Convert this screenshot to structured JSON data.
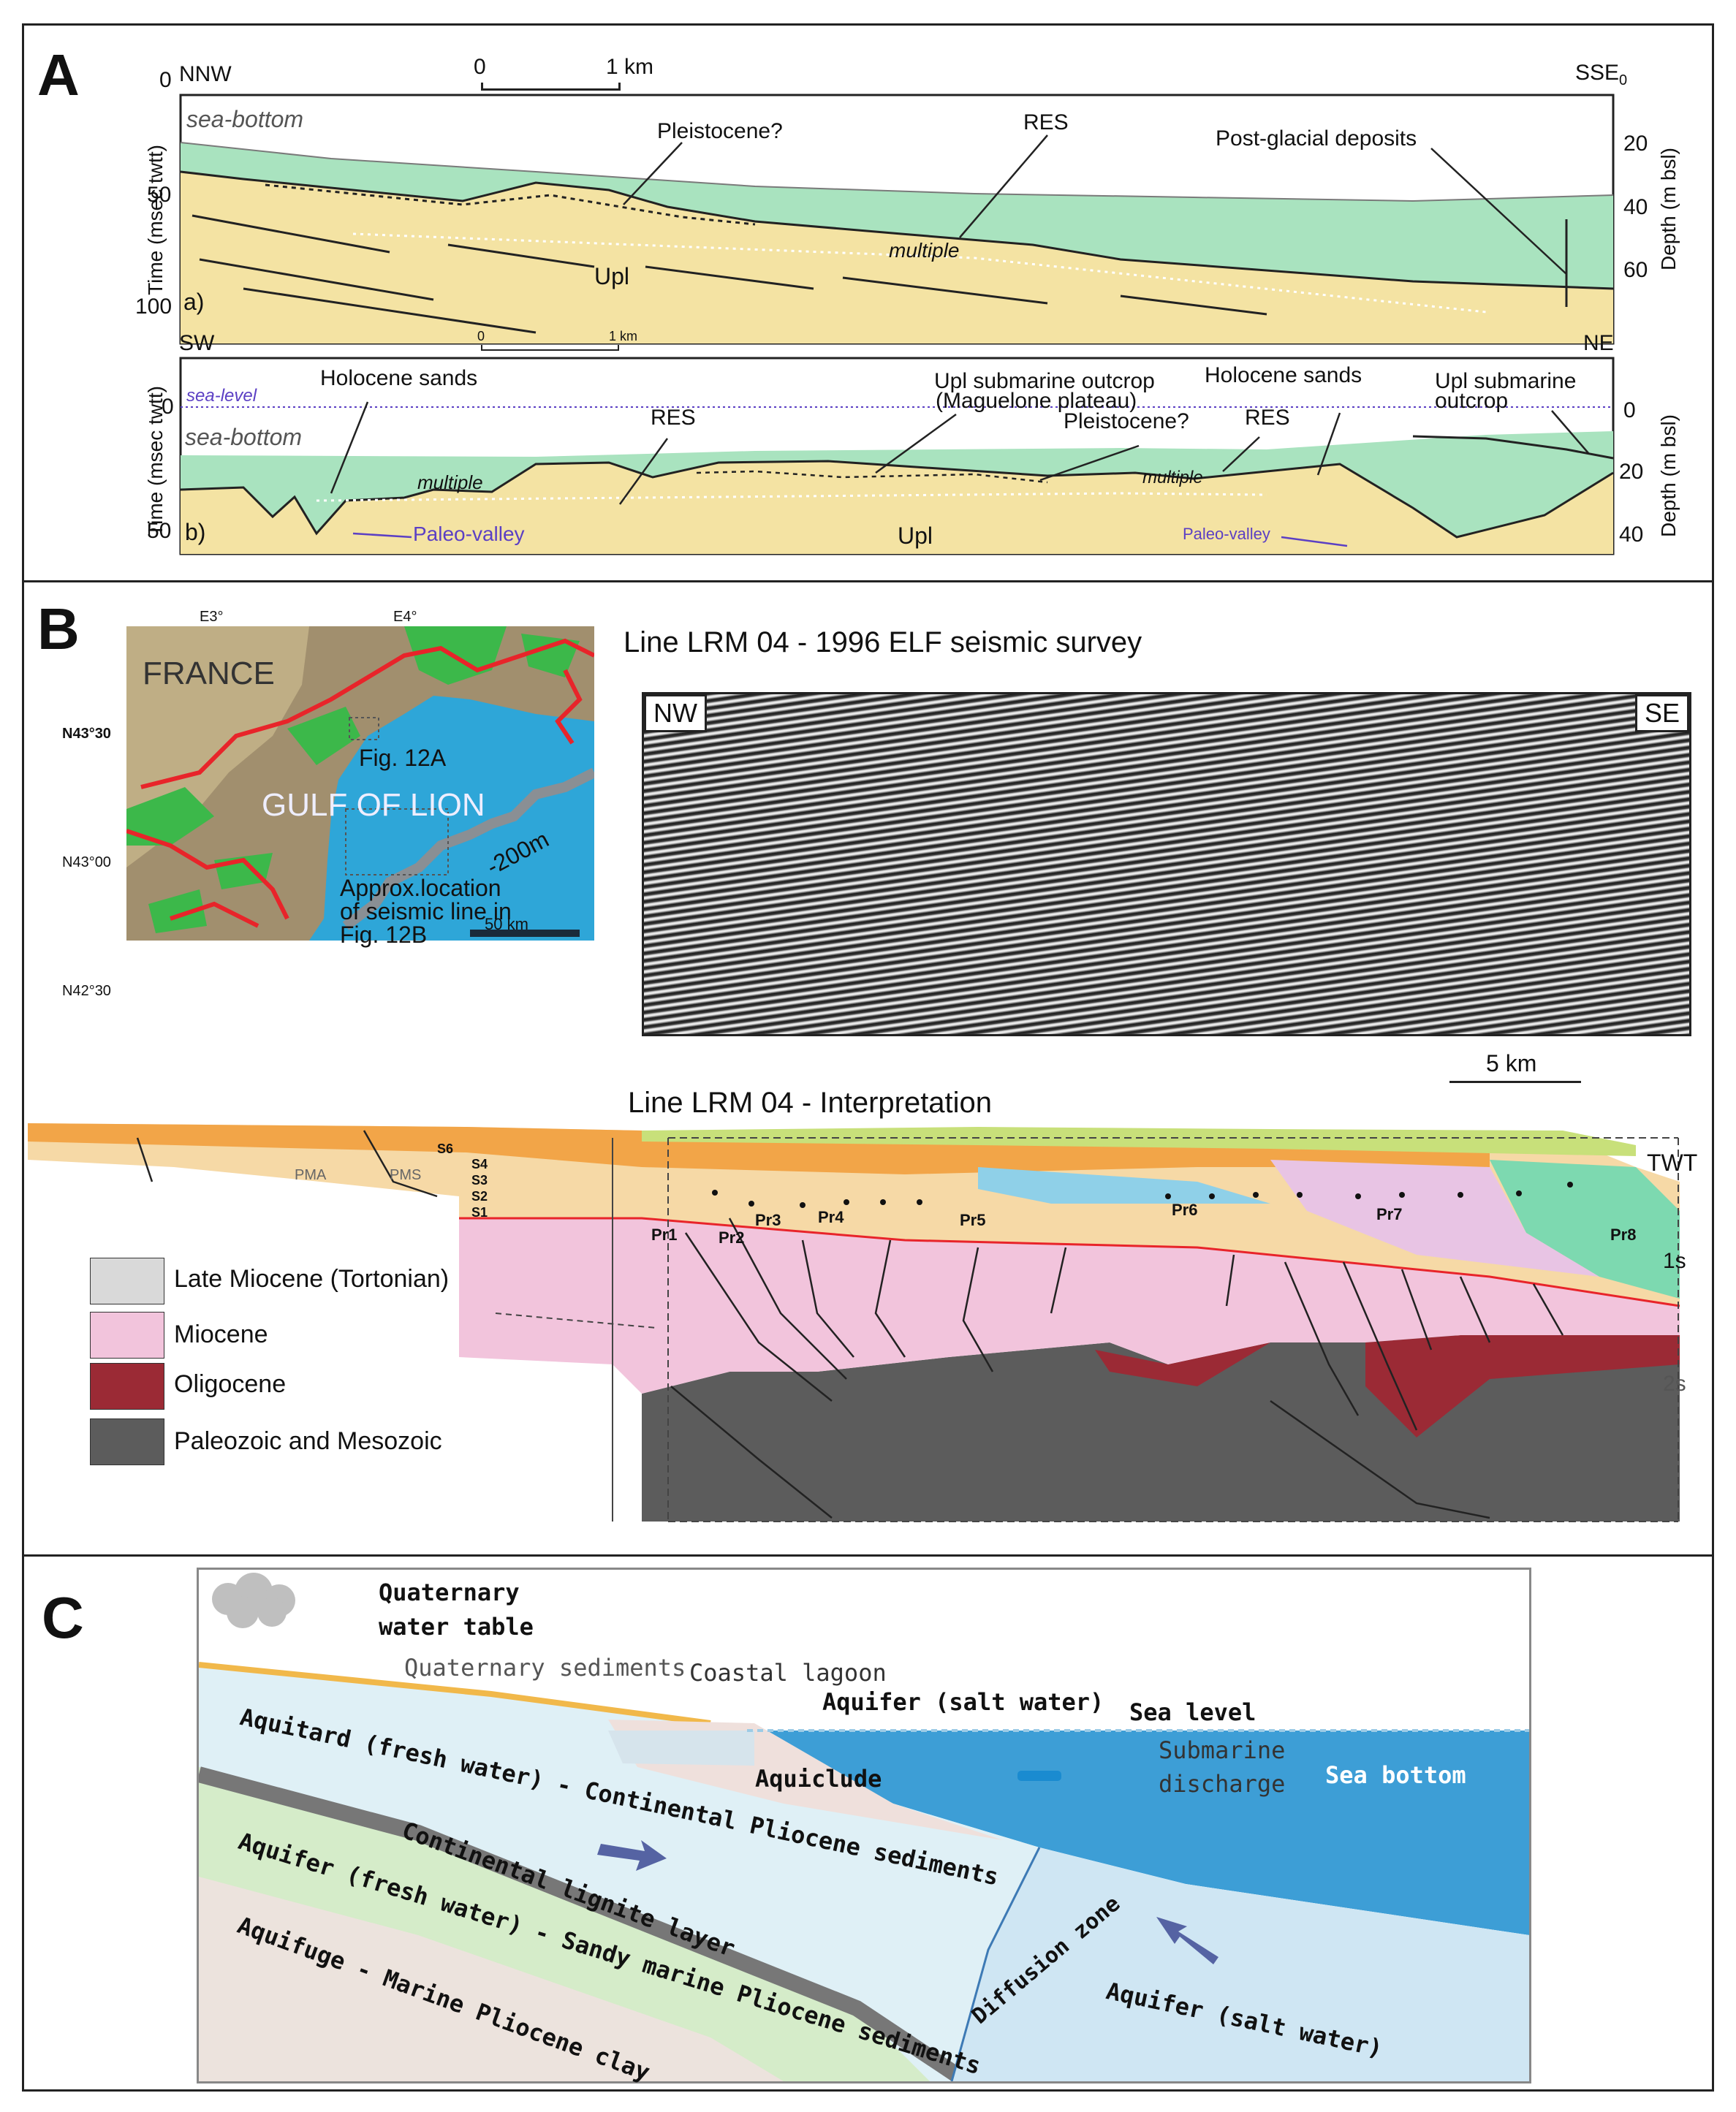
{
  "panelA": {
    "label": "A",
    "a": {
      "tag": "a)",
      "left_dir": "NNW",
      "right_dir": "SSE",
      "right_dir_sub": "0",
      "scale_start": "0",
      "scale_end": "1 km",
      "y_axis_label": "Time (msec twtt)",
      "y_ticks": [
        "0",
        "50",
        "100"
      ],
      "depth_axis_label": "Depth (m bsl)",
      "depth_ticks": [
        "20",
        "40",
        "60"
      ],
      "sea_bottom": "sea-bottom",
      "multiple": "multiple",
      "upl": "Upl",
      "annotations": [
        "Pleistocene?",
        "RES",
        "Post-glacial deposits"
      ]
    },
    "b": {
      "tag": "b)",
      "left_dir": "SW",
      "right_dir": "NE",
      "scale_start": "0",
      "scale_end": "1 km",
      "y_axis_label": "Time (msec twtt)",
      "y_ticks": [
        "0",
        "50"
      ],
      "depth_axis_label": "Depth (m bsl)",
      "depth_ticks": [
        "0",
        "20",
        "40"
      ],
      "sea_level": "sea-level",
      "sea_bottom": "sea-bottom",
      "multiple": "multiple",
      "upl": "Upl",
      "paleo_valley": "Paleo-valley",
      "annotations": {
        "holocene_sands_1": "Holocene sands",
        "res_1": "RES",
        "upl_outcrop_1": "Upl submarine outcrop",
        "upl_outcrop_1b": "(Maguelone plateau)",
        "pleistocene": "Pleistocene?",
        "holocene_sands_2": "Holocene sands",
        "res_2": "RES",
        "upl_outcrop_2": "Upl submarine",
        "upl_outcrop_2b": "outcrop"
      }
    }
  },
  "panelB": {
    "label": "B",
    "map": {
      "lon_labels": [
        "E3°",
        "E4°"
      ],
      "lat_labels": [
        "N43°30",
        "N43°00",
        "N42°30"
      ],
      "country": "FRANCE",
      "sea": "GULF OF LION",
      "contour": "-200m",
      "fig_ref": "Fig. 12A",
      "approx_1": "Approx.location",
      "approx_2": "of seismic line in",
      "approx_3": "Fig. 12B",
      "scale": "50 km"
    },
    "seismic": {
      "title": "Line LRM 04 - 1996 ELF seismic survey",
      "left": "NW",
      "right": "SE",
      "scale": "5 km"
    },
    "interpretation": {
      "title": "Line LRM 04 - Interpretation",
      "twt": "TWT",
      "t1": "1s",
      "t2": "2s",
      "units_left": [
        "PMA",
        "PMS"
      ],
      "surfaces": [
        "S6",
        "S4",
        "S3",
        "S2",
        "S1"
      ],
      "prograding": [
        "Pr1",
        "Pr2",
        "Pr3",
        "Pr4",
        "Pr5",
        "Pr6",
        "Pr7",
        "Pr8"
      ]
    },
    "legend": [
      {
        "label": "Late Miocene (Tortonian)",
        "color": "#d9d9d9"
      },
      {
        "label": "Miocene",
        "color": "#f2c4dc"
      },
      {
        "label": "Oligocene",
        "color": "#9b2a35"
      },
      {
        "label": "Paleozoic and Mesozoic",
        "color": "#5c5c5c"
      }
    ]
  },
  "panelC": {
    "label": "C",
    "labels": {
      "qwt_1": "Quaternary",
      "qwt_2": "water table",
      "qsed": "Quaternary sediments",
      "lagoon": "Coastal lagoon",
      "aquifer_salt_top": "Aquifer (salt water)",
      "sea_level": "Sea level",
      "aquitard": "Aquitard (fresh water) - Continental Pliocene sediments",
      "aquiclude": "Aquiclude",
      "sub_1": "Submarine",
      "sub_2": "discharge",
      "sea_bottom": "Sea bottom",
      "lignite": "Continental lignite layer",
      "aquifer_fresh": "Aquifer (fresh water) - Sandy marine Pliocene sediments",
      "diffusion": "Diffusion zone",
      "aquifuge": "Aquifuge - Marine Pliocene clay",
      "aquifer_salt_bottom": "Aquifer (salt water)"
    }
  }
}
